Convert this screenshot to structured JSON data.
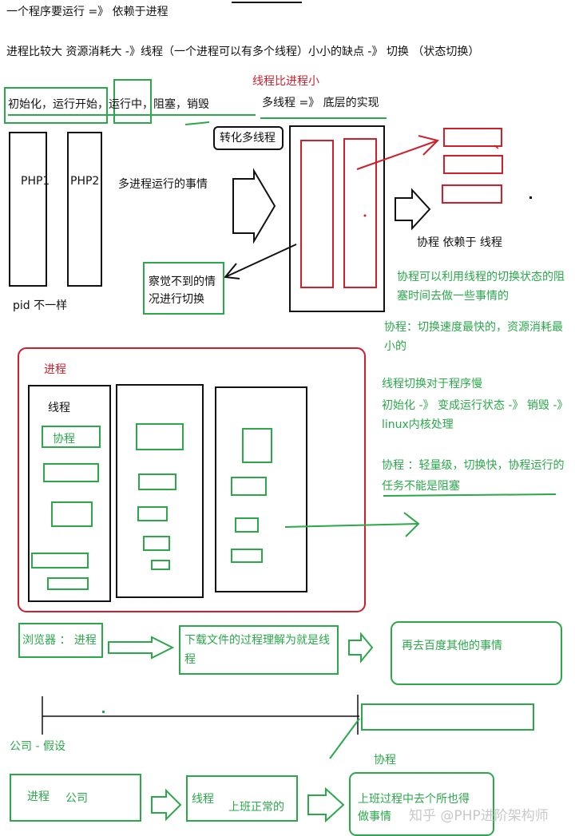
{
  "header": {
    "line1": "一个程序要运行 =》 依赖于进程",
    "line2": "进程比较大 资源消耗大 -》线程（一个进程可以有多个线程）小小的缺点 -》 切换 （状态切换）"
  },
  "section1": {
    "thread_smaller": "线程比进程小",
    "lifecycle": "初始化，运行开始，运行中，阻塞，销毁",
    "multithread": "多线程 =》 底层的实现",
    "convert_label": "转化多线程",
    "php1": "PHP1",
    "php2": "PHP2",
    "pid_text": "pid 不一样",
    "multiprocess": "多进程运行的事情",
    "unnoticed": "察觉不到的情况进行切换",
    "coroutine_depends": "协程 依赖于 线程",
    "coroutine_note1": "协程可以利用线程的切换状态的阻塞时间去做一些事情的",
    "coroutine_note2": "协程：切换速度最快的，资源消耗最小的"
  },
  "section2": {
    "process_label": "进程",
    "thread_label": "线程",
    "coroutine_box": "协程",
    "note_thread_slow": "线程切换对于程序慢",
    "note_states": "初始化 -》 变成运行状态 -》 销毁 -》linux内核处理",
    "note_light": "协程 ：轻量级，切换快，协程运行的任务不能是阻塞"
  },
  "section3": {
    "browser": "浏览器 ： 进程",
    "download": "下载文件的过程理解为就是线程",
    "baidu": "再去百度其他的事情"
  },
  "section4": {
    "company_assume": "公司 - 假设",
    "coroutine": "协程",
    "process": "进程",
    "company": "公司",
    "thread": "线程",
    "work_normal": "上班正常的",
    "toilet": "上班过程中去个所也得做事情"
  },
  "watermark": "知乎 @PHP进阶架构师",
  "colors": {
    "green": "#2aa84a",
    "red": "#d01f2a",
    "black": "#111111"
  }
}
